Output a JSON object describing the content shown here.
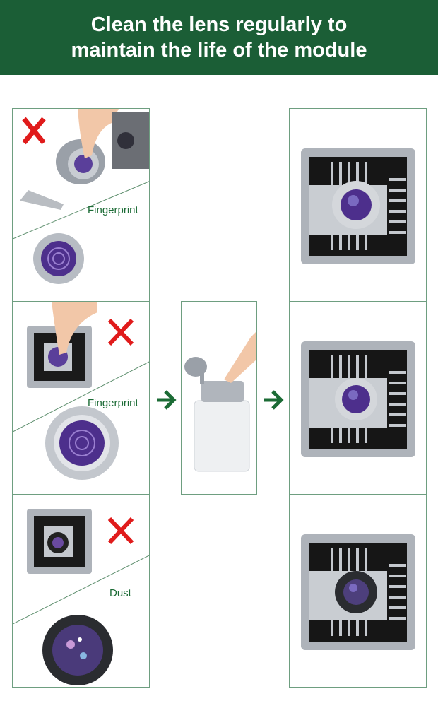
{
  "header": {
    "line1": "Clean the lens regularly to",
    "line2": "maintain the life of the module"
  },
  "left_panels": [
    {
      "label": "Fingerprint",
      "mark": "x-icon"
    },
    {
      "label": "Fingerprint",
      "mark": "x-icon"
    },
    {
      "label": "Dust",
      "mark": "x-icon"
    }
  ],
  "colors": {
    "header": "#1b5e36",
    "border": "#6e9e80",
    "label": "#1b6b35",
    "cross": "#e01b1b"
  }
}
